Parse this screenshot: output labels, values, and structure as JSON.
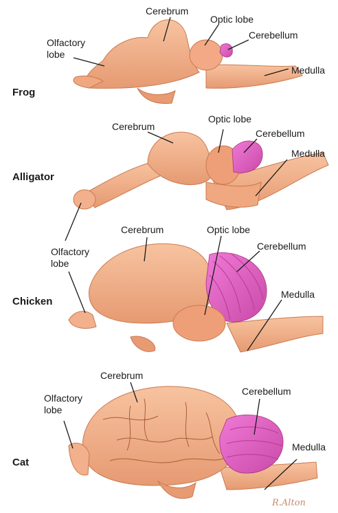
{
  "animals": {
    "frog": "Frog",
    "alligator": "Alligator",
    "chicken": "Chicken",
    "cat": "Cat"
  },
  "labels": {
    "frog": {
      "cerebrum": "Cerebrum",
      "optic_lobe": "Optic lobe",
      "cerebellum": "Cerebellum",
      "olfactory_lobe": "Olfactory lobe",
      "medulla": "Medulla"
    },
    "alligator": {
      "cerebrum": "Cerebrum",
      "optic_lobe": "Optic lobe",
      "cerebellum": "Cerebellum",
      "medulla": "Medulla"
    },
    "chicken": {
      "olfactory_lobe": "Olfactory lobe",
      "cerebrum": "Cerebrum",
      "optic_lobe": "Optic lobe",
      "cerebellum": "Cerebellum",
      "medulla": "Medulla"
    },
    "cat": {
      "cerebrum": "Cerebrum",
      "olfactory_lobe": "Olfactory lobe",
      "cerebellum": "Cerebellum",
      "medulla": "Medulla"
    }
  },
  "artist_signature": "R.Alton",
  "colors": {
    "brain_tissue": "#f0a880",
    "brain_outline": "#c9794f",
    "cerebellum": "#e060c0",
    "leader_line": "#1a1a1a"
  }
}
